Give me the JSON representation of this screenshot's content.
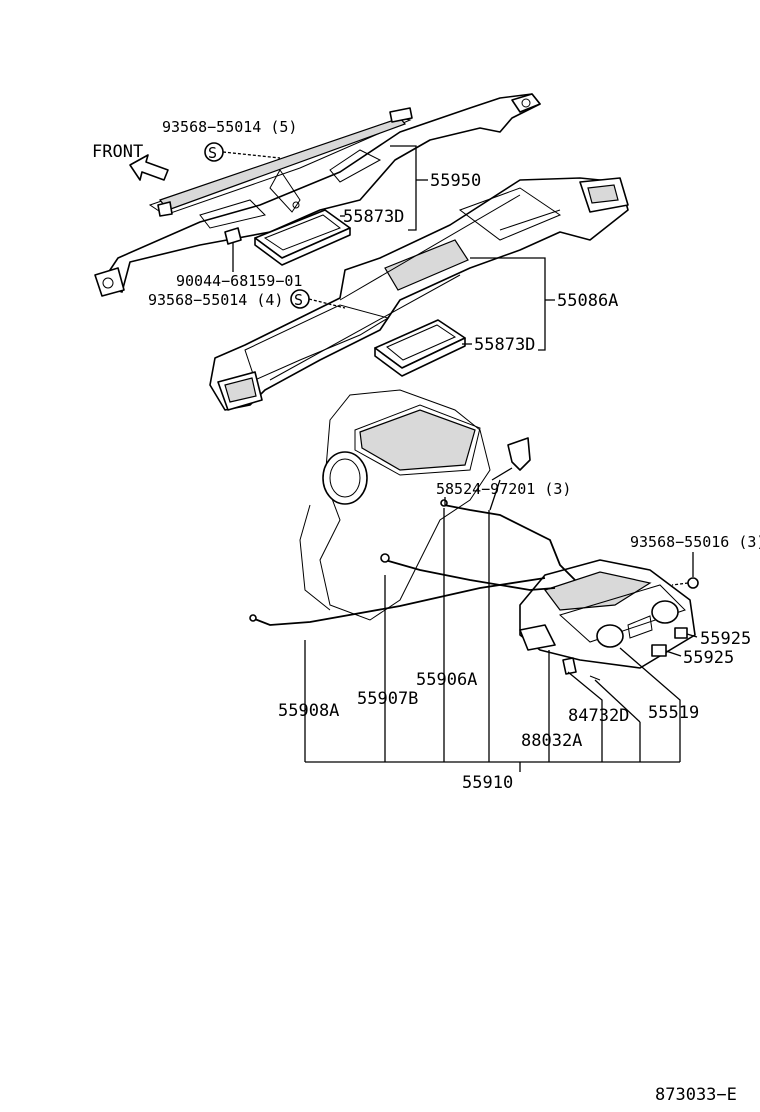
{
  "labels": {
    "front": "FRONT",
    "p93568_55014_5": "93568−55014 (5)",
    "p55950": "55950",
    "p55873D_top": "55873D",
    "p90044": "90044−68159−01",
    "p93568_55014_4": "93568−55014 (4)",
    "p55086A": "55086A",
    "p55873D_bottom": "55873D",
    "p58524": "58524−97201 (3)",
    "p93568_55016": "93568−55016 (3)",
    "p55925_a": "55925",
    "p55925_b": "55925",
    "p55906A": "55906A",
    "p55908A": "55908A",
    "p55907B": "55907B",
    "p84732D": "84732D",
    "p55519": "55519",
    "p88032A": "88032A",
    "p55910": "55910",
    "screw_symbol": "S",
    "diagram_code": "873033−E"
  },
  "colors": {
    "line": "#000000",
    "background": "#ffffff",
    "shade": "#d9d9d9"
  }
}
